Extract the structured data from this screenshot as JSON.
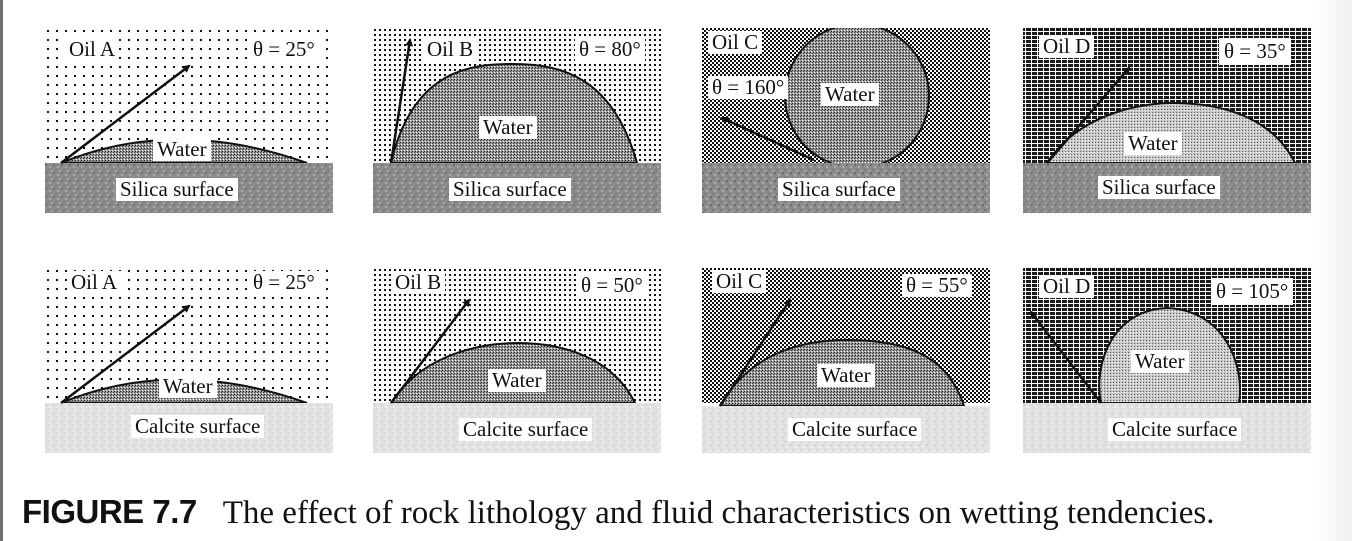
{
  "figure": {
    "label": "FIGURE 7.7",
    "caption": "The effect of rock lithology and fluid characteristics on wetting tendencies."
  },
  "panels": [
    {
      "row": "silica",
      "oil": "Oil A",
      "angle": "θ = 25°",
      "angle_deg": 25,
      "drop": "Water",
      "surface": "Silica surface"
    },
    {
      "row": "silica",
      "oil": "Oil B",
      "angle": "θ = 80°",
      "angle_deg": 80,
      "drop": "Water",
      "surface": "Silica surface"
    },
    {
      "row": "silica",
      "oil": "Oil C",
      "angle": "θ = 160°",
      "angle_deg": 160,
      "drop": "Water",
      "surface": "Silica surface"
    },
    {
      "row": "silica",
      "oil": "Oil D",
      "angle": "θ = 35°",
      "angle_deg": 35,
      "drop": "Water",
      "surface": "Silica surface"
    },
    {
      "row": "calcite",
      "oil": "Oil A",
      "angle": "θ = 25°",
      "angle_deg": 25,
      "drop": "Water",
      "surface": "Calcite surface"
    },
    {
      "row": "calcite",
      "oil": "Oil B",
      "angle": "θ = 50°",
      "angle_deg": 50,
      "drop": "Water",
      "surface": "Calcite surface"
    },
    {
      "row": "calcite",
      "oil": "Oil C",
      "angle": "θ = 55°",
      "angle_deg": 55,
      "drop": "Water",
      "surface": "Calcite surface"
    },
    {
      "row": "calcite",
      "oil": "Oil D",
      "angle": "θ = 105°",
      "angle_deg": 105,
      "drop": "Water",
      "surface": "Calcite surface"
    }
  ],
  "colors": {
    "silica": "#8a8a8a",
    "calcite": "#e4e4e4",
    "ink": "#111111"
  }
}
